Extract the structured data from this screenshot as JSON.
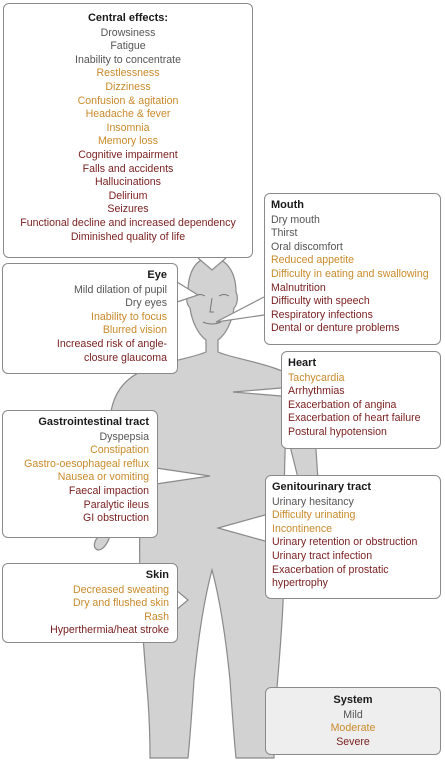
{
  "colors": {
    "mild": "#555555",
    "moderate": "#c98a2b",
    "severe": "#7a1e1e",
    "body_fill": "#d2d2d2",
    "body_outline": "#8a8a8a",
    "legend_bg": "#eeeeee"
  },
  "sections": {
    "central": {
      "title": "Central effects:",
      "items": [
        {
          "text": "Drowsiness",
          "severity": "mild"
        },
        {
          "text": "Fatigue",
          "severity": "mild"
        },
        {
          "text": "Inability to concentrate",
          "severity": "mild"
        },
        {
          "text": "Restlessness",
          "severity": "moderate"
        },
        {
          "text": "Dizziness",
          "severity": "moderate"
        },
        {
          "text": "Confusion & agitation",
          "severity": "moderate"
        },
        {
          "text": "Headache & fever",
          "severity": "moderate"
        },
        {
          "text": "Insomnia",
          "severity": "moderate"
        },
        {
          "text": "Memory loss",
          "severity": "moderate"
        },
        {
          "text": "Cognitive impairment",
          "severity": "severe"
        },
        {
          "text": "Falls and accidents",
          "severity": "severe"
        },
        {
          "text": "Hallucinations",
          "severity": "severe"
        },
        {
          "text": "Delirium",
          "severity": "severe"
        },
        {
          "text": "Seizures",
          "severity": "severe"
        },
        {
          "text": "Functional decline and increased dependency",
          "severity": "severe"
        },
        {
          "text": "Diminished quality of life",
          "severity": "severe"
        }
      ]
    },
    "mouth": {
      "title": "Mouth",
      "items": [
        {
          "text": "Dry mouth",
          "severity": "mild"
        },
        {
          "text": "Thirst",
          "severity": "mild"
        },
        {
          "text": "Oral discomfort",
          "severity": "mild"
        },
        {
          "text": "Reduced appetite",
          "severity": "moderate"
        },
        {
          "text": "Difficulty in eating and swallowing",
          "severity": "moderate"
        },
        {
          "text": "Malnutrition",
          "severity": "severe"
        },
        {
          "text": "Difficulty with speech",
          "severity": "severe"
        },
        {
          "text": "Respiratory infections",
          "severity": "severe"
        },
        {
          "text": "Dental or denture problems",
          "severity": "severe"
        }
      ]
    },
    "eye": {
      "title": "Eye",
      "items": [
        {
          "text": "Mild dilation of pupil",
          "severity": "mild"
        },
        {
          "text": "Dry eyes",
          "severity": "mild"
        },
        {
          "text": "Inability to focus",
          "severity": "moderate"
        },
        {
          "text": "Blurred vision",
          "severity": "moderate"
        },
        {
          "text": "Increased risk of angle-",
          "severity": "severe"
        },
        {
          "text": "closure glaucoma",
          "severity": "severe"
        }
      ]
    },
    "heart": {
      "title": "Heart",
      "items": [
        {
          "text": "Tachycardia",
          "severity": "moderate"
        },
        {
          "text": "Arrhythmias",
          "severity": "severe"
        },
        {
          "text": "Exacerbation of angina",
          "severity": "severe"
        },
        {
          "text": "Exacerbation of heart failure",
          "severity": "severe"
        },
        {
          "text": "Postural hypotension",
          "severity": "severe"
        }
      ]
    },
    "gi": {
      "title": "Gastrointestinal tract",
      "items": [
        {
          "text": "Dyspepsia",
          "severity": "mild"
        },
        {
          "text": "Constipation",
          "severity": "moderate"
        },
        {
          "text": "Gastro-oesophageal reflux",
          "severity": "moderate"
        },
        {
          "text": "Nausea or vomiting",
          "severity": "moderate"
        },
        {
          "text": "Faecal impaction",
          "severity": "severe"
        },
        {
          "text": "Paralytic ileus",
          "severity": "severe"
        },
        {
          "text": "GI obstruction",
          "severity": "severe"
        }
      ]
    },
    "gu": {
      "title": "Genitourinary tract",
      "items": [
        {
          "text": "Urinary hesitancy",
          "severity": "mild"
        },
        {
          "text": "Difficulty urinating",
          "severity": "moderate"
        },
        {
          "text": "Incontinence",
          "severity": "moderate"
        },
        {
          "text": "Urinary retention or obstruction",
          "severity": "severe"
        },
        {
          "text": "Urinary tract infection",
          "severity": "severe"
        },
        {
          "text": "Exacerbation of prostatic",
          "severity": "severe"
        },
        {
          "text": "hypertrophy",
          "severity": "severe"
        }
      ]
    },
    "skin": {
      "title": "Skin",
      "items": [
        {
          "text": "Decreased sweating",
          "severity": "moderate"
        },
        {
          "text": "Dry and flushed skin",
          "severity": "moderate"
        },
        {
          "text": "Rash",
          "severity": "moderate"
        },
        {
          "text": "Hyperthermia/heat stroke",
          "severity": "severe"
        }
      ]
    }
  },
  "legend": {
    "title": "System",
    "items": [
      {
        "text": "Mild",
        "severity": "mild"
      },
      {
        "text": "Moderate",
        "severity": "moderate"
      },
      {
        "text": "Severe",
        "severity": "severe"
      }
    ]
  }
}
